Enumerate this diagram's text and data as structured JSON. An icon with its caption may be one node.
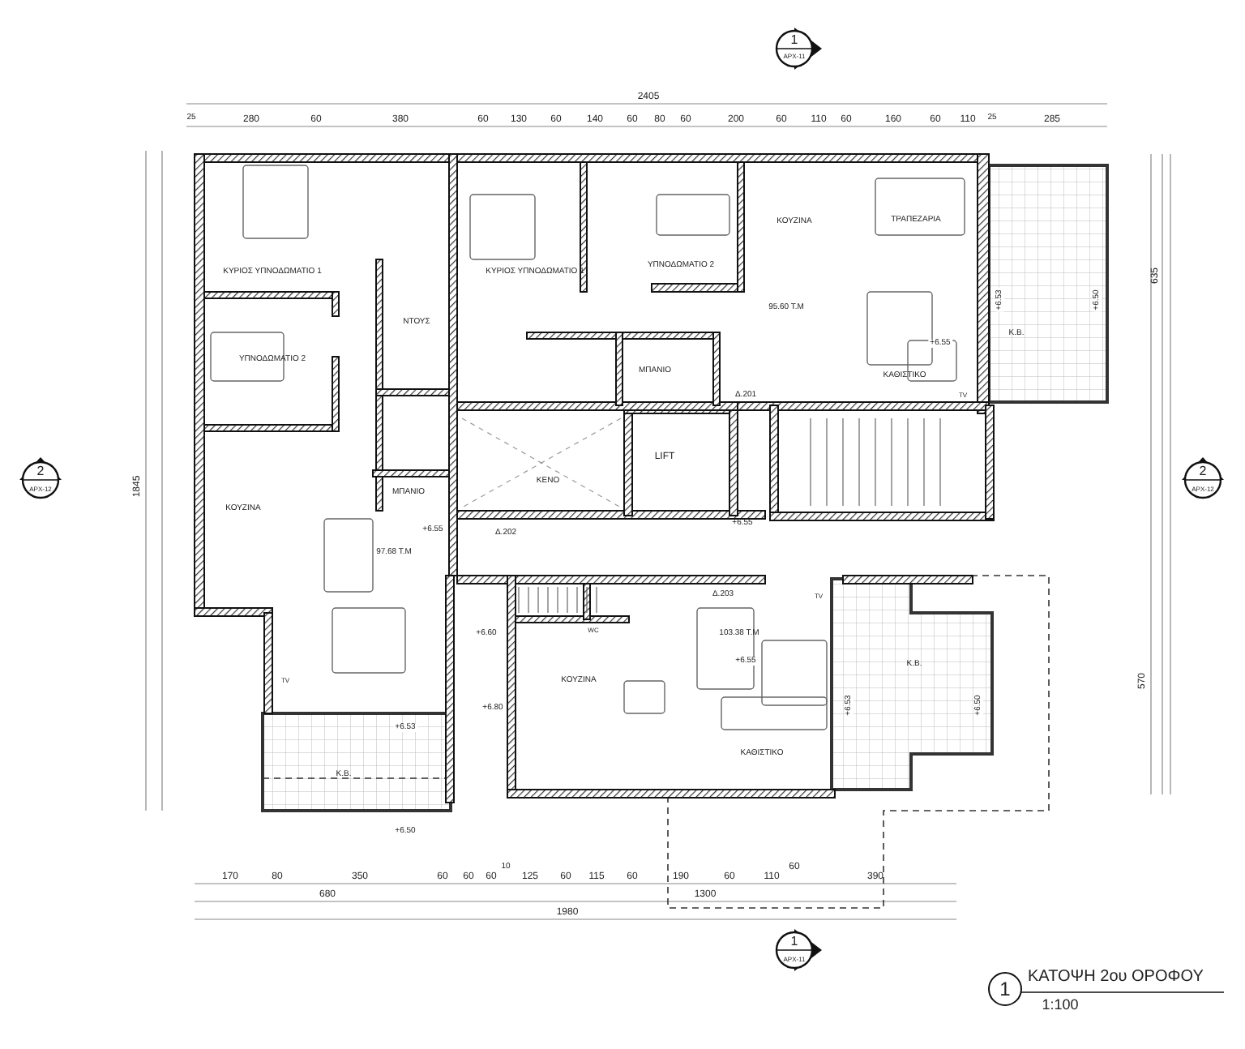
{
  "diagram": {
    "title": "ΚΑΤΟΨΗ 2ου ΟΡΟΦΟΥ",
    "labels": [
      "1",
      "ΑΡΧ-11",
      "2405",
      "25",
      "280",
      "60",
      "380",
      "60",
      "130",
      "60",
      "140",
      "60",
      "80",
      "60",
      "200",
      "60",
      "110",
      "60",
      "160",
      "60",
      "110",
      "25",
      "285",
      "ΚΟΥΖΙΝΑ",
      "ΤΡΑΠΕΖΑΡΙΑ",
      "ΚΥΡΙΟΣ ΥΠΝΟΔΩΜΑΤΙΟ 1",
      "ΚΥΡΙΟΣ ΥΠΝΟΔΩΜΑΤΙΟ 1",
      "ΥΠΝΟΔΩΜΑΤΙΟ 2",
      "635",
      "95.60 Τ.Μ",
      "+6.53",
      "+6.50",
      "ΝΤΟΥΣ",
      "Κ.Β.",
      "+6.55",
      "ΥΠΝΟΔΩΜΑΤΙΟ 2",
      "ΜΠΑΝΙΟ",
      "ΚΑΘΙΣΤΙΚΟ",
      "Δ.201",
      "TV",
      "LIFT",
      "2",
      "ΑΡΧ-12",
      "1845",
      "ΜΠΑΝΙΟ",
      "ΚΕΝΟ",
      "2",
      "ΑΡΧ-12",
      "ΚΟΥΖΙΝΑ",
      "+6.55",
      "Δ.202",
      "+6.55",
      "97.68 Τ.Μ",
      "Δ.203",
      "TV",
      "+6.60",
      "WC",
      "103.38 Τ.Μ",
      "+6.55",
      "Κ.Β.",
      "TV",
      "ΚΟΥΖΙΝΑ",
      "570",
      "+6.80",
      "+6.53",
      "+6.50",
      "+6.53",
      "ΚΑΘΙΣΤΙΚΟ",
      "Κ.Β.",
      "+6.50",
      "170",
      "80",
      "350",
      "60",
      "60",
      "60",
      "10",
      "125",
      "60",
      "115",
      "60",
      "190",
      "60",
      "110",
      "60",
      "390",
      "680",
      "1300",
      "1980",
      "1",
      "ΑΡΧ-11",
      "1",
      "1:100"
    ]
  }
}
